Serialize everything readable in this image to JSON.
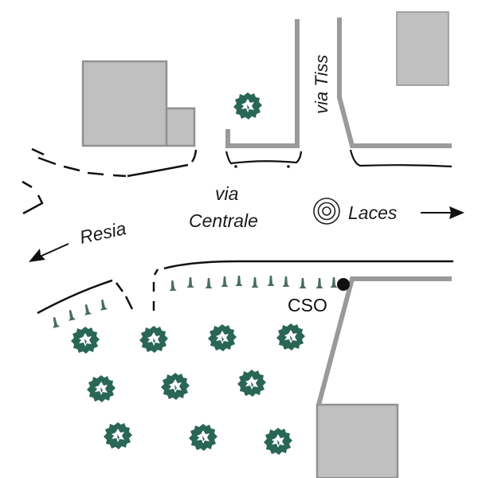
{
  "map": {
    "colors": {
      "building_fill": "#c0c0c0",
      "building_stroke": "#919191",
      "curb": "#9a9a9a",
      "road_edge": "#111111",
      "tree": "#2a6655",
      "bollard": "#4a6b64",
      "marker": "#111111"
    },
    "labels": {
      "via_tiss": "via Tiss",
      "via_centrale_line1": "via",
      "via_centrale_line2": "Centrale",
      "laces": "Laces",
      "resia": "Resia",
      "cso": "CSO"
    },
    "icons": {
      "laces_direction": "arrow-right-icon",
      "resia_direction": "arrow-down-left-icon",
      "monitoring_station": "concentric-circles-icon",
      "cso_point": "filled-dot-icon",
      "tree": "tree-icon",
      "bollard": "bollard-icon"
    },
    "counts": {
      "trees": 11,
      "bollards": 15
    }
  }
}
